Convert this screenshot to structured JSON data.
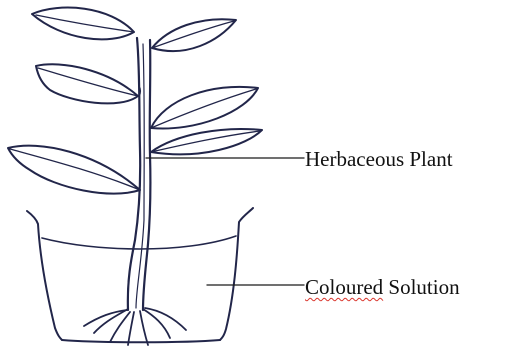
{
  "diagram": {
    "labels": {
      "herbaceous_plant": "Herbaceous Plant",
      "coloured_solution_word1": "Coloured",
      "coloured_solution_word2": " Solution"
    },
    "colors": {
      "ink": "#22264a",
      "text": "#111111",
      "spellcheck_underline": "#d9342b",
      "background": "#ffffff"
    }
  }
}
